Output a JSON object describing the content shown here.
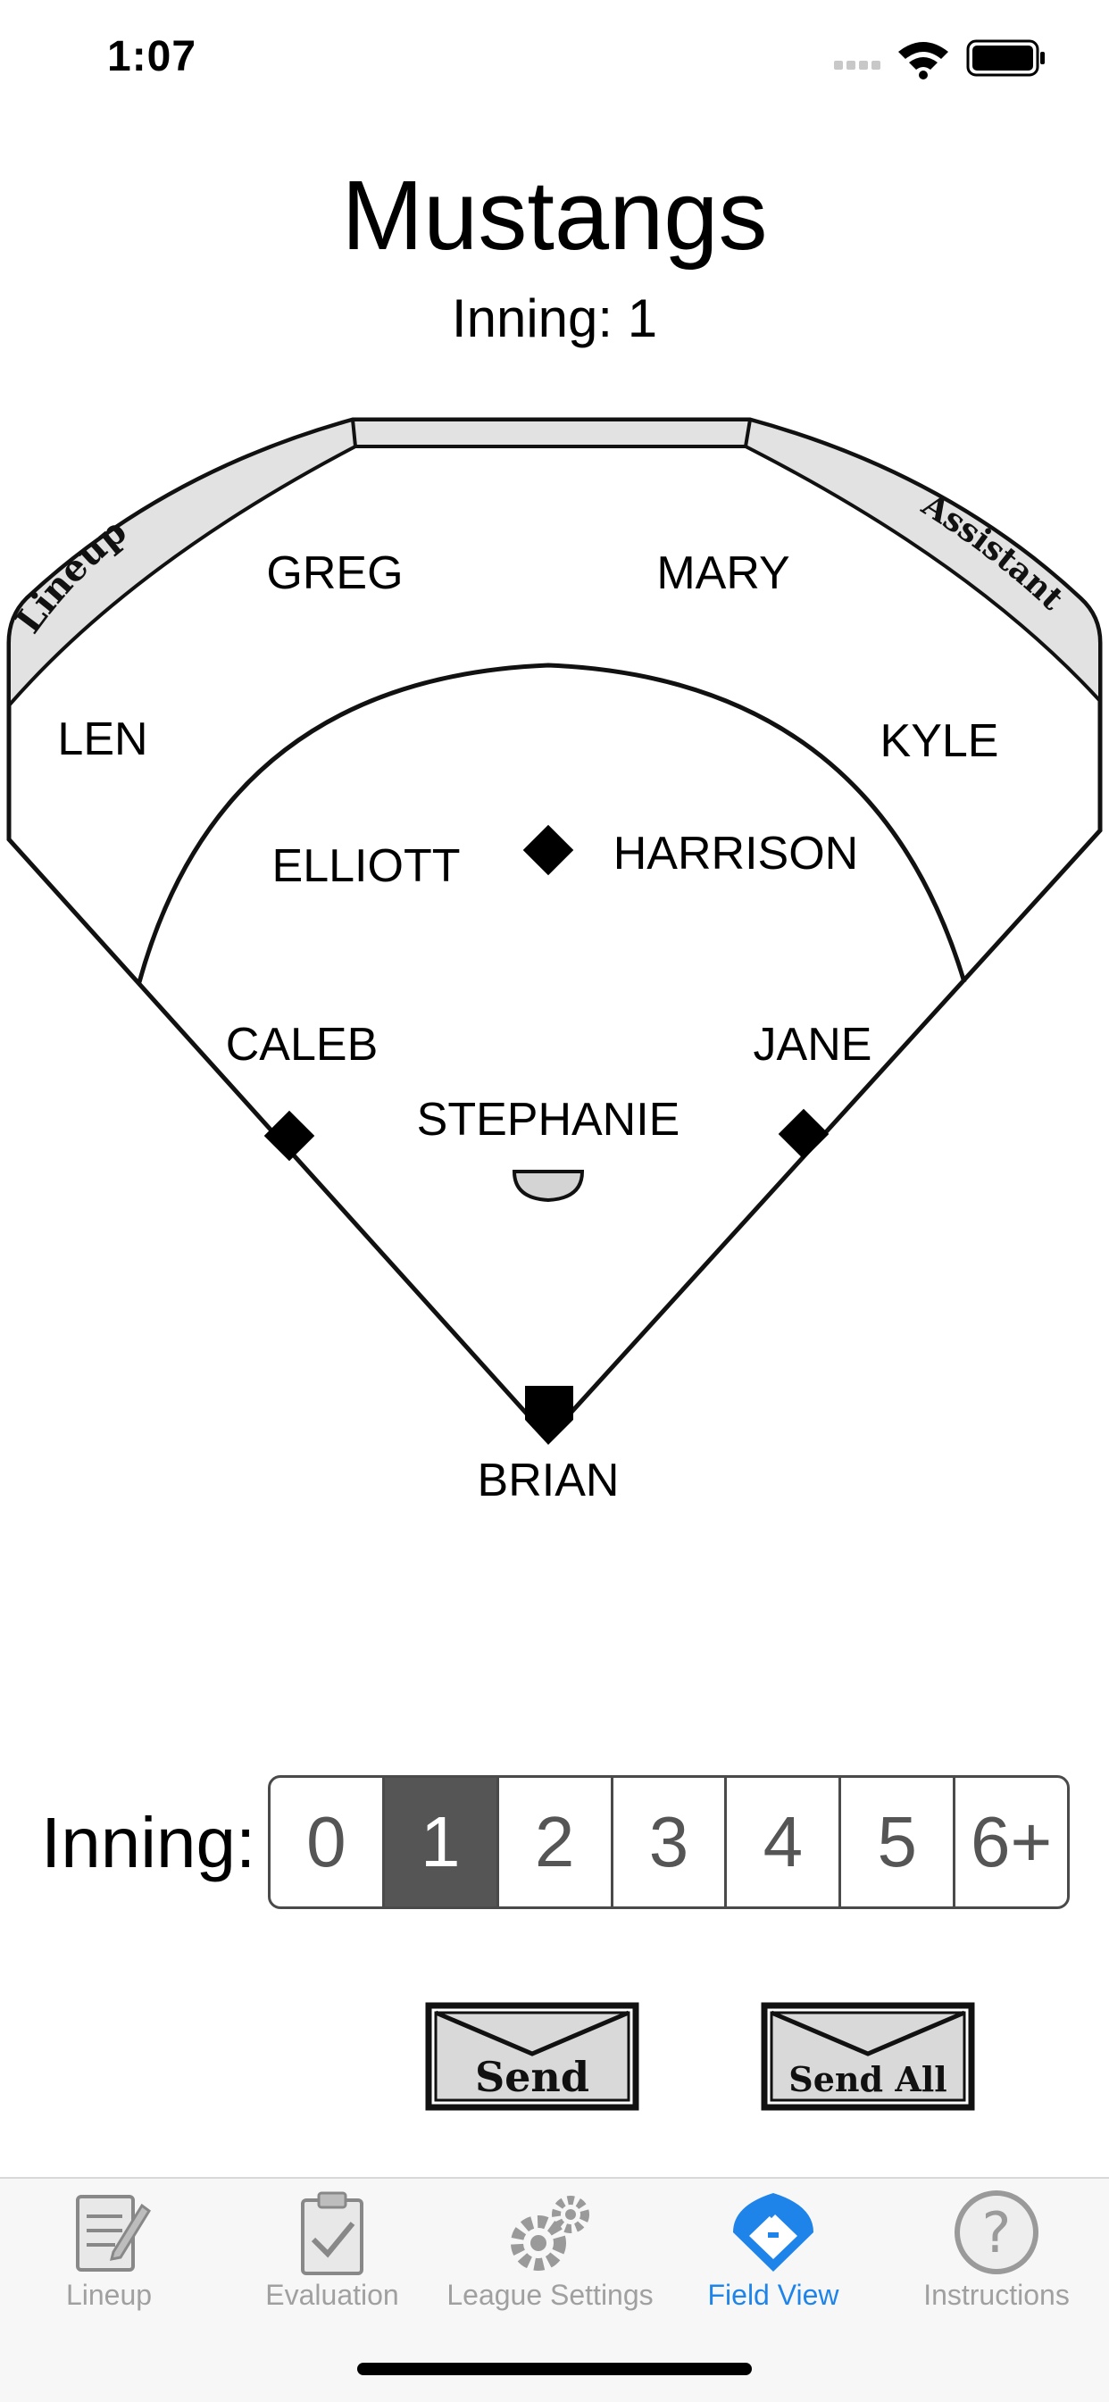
{
  "status_bar": {
    "time": "1:07"
  },
  "header": {
    "team_name": "Mustangs",
    "inning_text": "Inning: 1"
  },
  "field": {
    "left_sign": "Lineup",
    "right_sign": "Assistant",
    "players": {
      "left_field_center": "GREG",
      "right_field_center": "MARY",
      "left_field": "LEN",
      "right_field": "KYLE",
      "short_stop": "ELLIOTT",
      "second_base": "HARRISON",
      "third_base": "CALEB",
      "first_base": "JANE",
      "pitcher": "STEPHANIE",
      "catcher": "BRIAN"
    }
  },
  "inning_selector": {
    "label": "Inning:",
    "options": [
      "0",
      "1",
      "2",
      "3",
      "4",
      "5",
      "6+"
    ],
    "selected": "1"
  },
  "buttons": {
    "send": "Send",
    "send_all": "Send All"
  },
  "tabs": [
    {
      "label": "Lineup"
    },
    {
      "label": "Evaluation"
    },
    {
      "label": "League Settings"
    },
    {
      "label": "Field View"
    },
    {
      "label": "Instructions"
    }
  ],
  "colors": {
    "accent": "#1f84ea",
    "selected_segment": "#555555",
    "tab_inactive": "#a0a0a0"
  }
}
